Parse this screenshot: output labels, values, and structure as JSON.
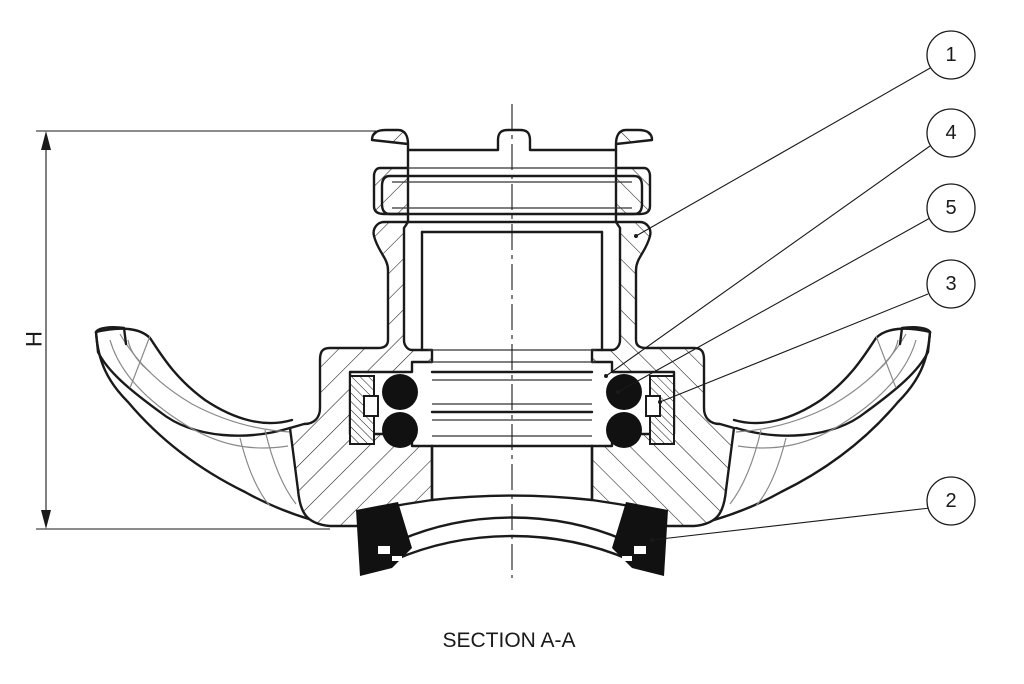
{
  "caption": "SECTION A-A",
  "dimension": {
    "label": "H"
  },
  "balloons": [
    {
      "id": "1",
      "label": "1"
    },
    {
      "id": "4",
      "label": "4"
    },
    {
      "id": "5",
      "label": "5"
    },
    {
      "id": "3",
      "label": "3"
    },
    {
      "id": "2",
      "label": "2"
    }
  ]
}
